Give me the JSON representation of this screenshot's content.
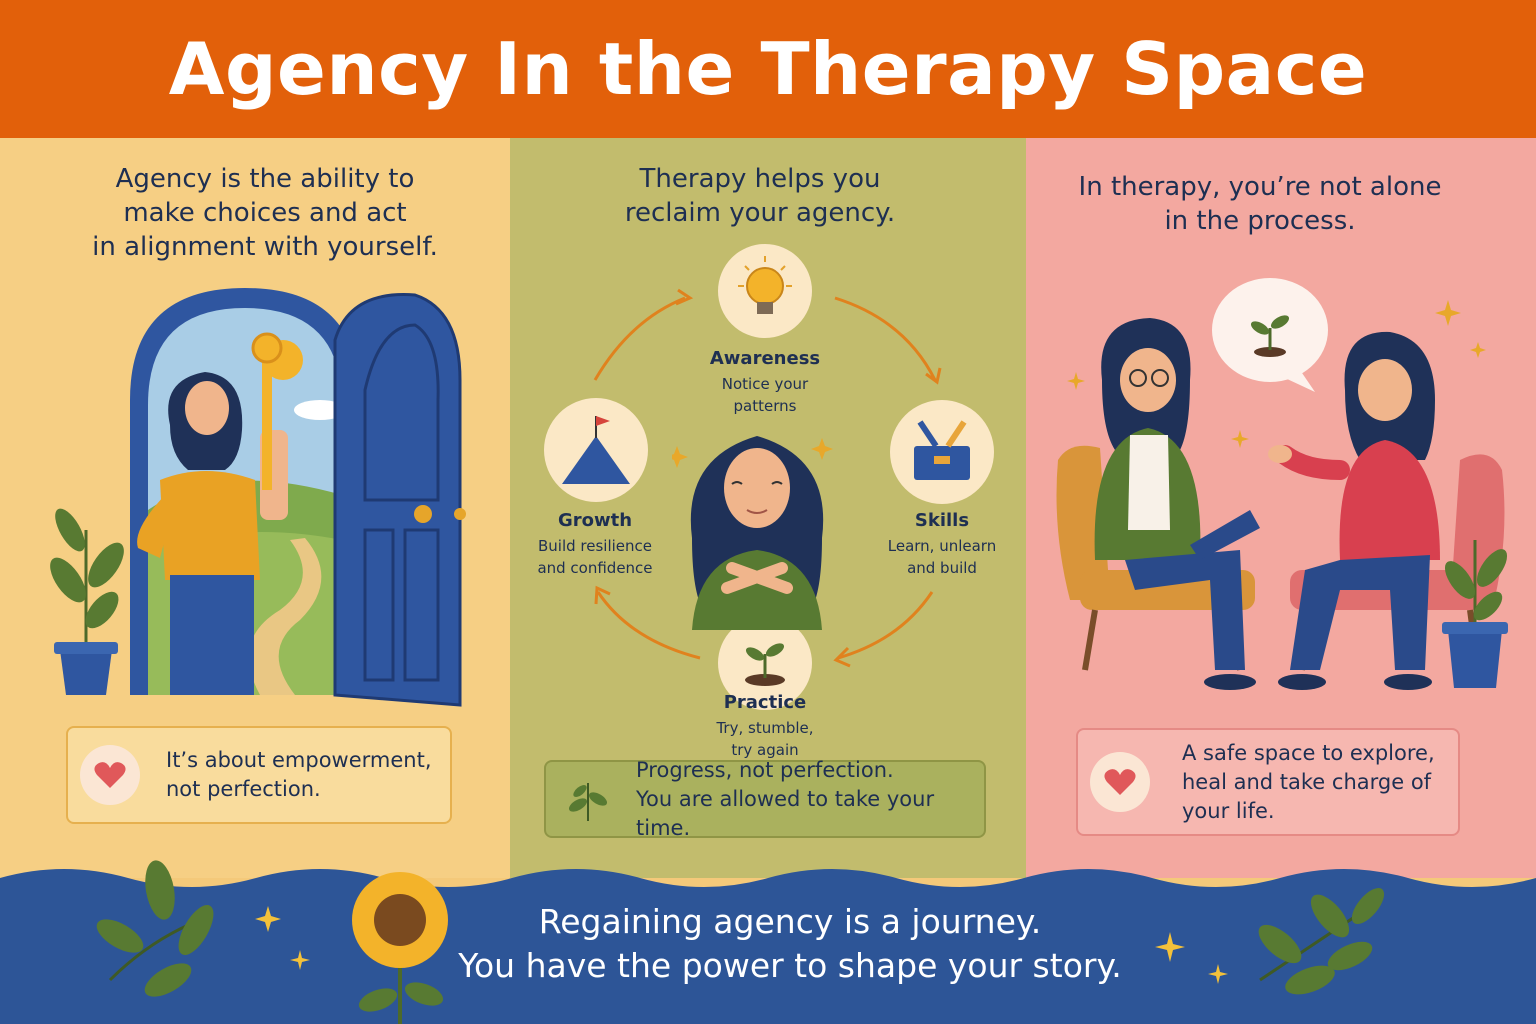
{
  "title": "Agency In the Therapy Space",
  "left_panel": {
    "heading": [
      "Agency is the ability to",
      "make choices and act",
      "in alignment with yourself."
    ],
    "callout": [
      "It’s about empowerment,",
      "not perfection."
    ]
  },
  "middle_panel": {
    "heading": [
      "Therapy helps you",
      "reclaim your agency."
    ],
    "steps": [
      {
        "title": "Awareness",
        "desc": [
          "Notice your",
          "patterns"
        ],
        "icon": "lightbulb-icon"
      },
      {
        "title": "Skills",
        "desc": [
          "Learn, unlearn",
          "and build"
        ],
        "icon": "toolbox-icon"
      },
      {
        "title": "Practice",
        "desc": [
          "Try, stumble,",
          "try again"
        ],
        "icon": "sprout-icon"
      },
      {
        "title": "Growth",
        "desc": [
          "Build resilience",
          "and confidence"
        ],
        "icon": "mountain-flag-icon"
      }
    ],
    "callout": [
      "Progress, not perfection.",
      "You are allowed to take your time."
    ]
  },
  "right_panel": {
    "heading": [
      "In therapy, you’re not alone",
      "in the process."
    ],
    "callout": [
      "A safe space to explore,",
      "heal and take charge of",
      "your life."
    ]
  },
  "footer": {
    "lines": [
      "Regaining agency is a journey.",
      "You have the power to shape your story."
    ]
  },
  "colors": {
    "header": "#e2600a",
    "left_bg": "#f6cf84",
    "mid_bg": "#c2bc6d",
    "right_bg": "#f3a8a0",
    "footer_bg": "#2d5597",
    "text_dark": "#1e2f52",
    "accent_orange": "#e0821e"
  }
}
